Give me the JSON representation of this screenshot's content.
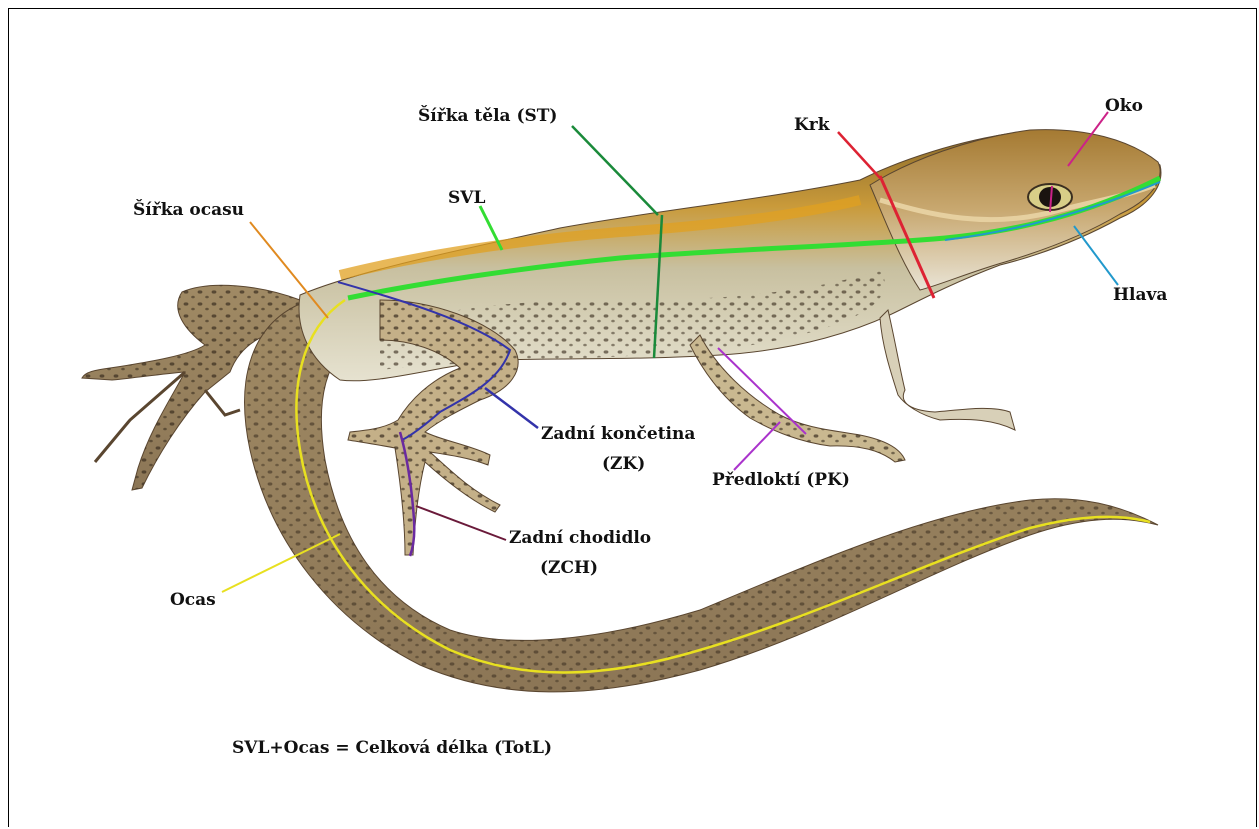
{
  "labels": {
    "sirka_tela": "Šířka těla (ST)",
    "krk": "Krk",
    "oko": "Oko",
    "sirka_ocasu": "Šířka ocasu",
    "svl": "SVL",
    "hlava": "Hlava",
    "zadni_koncetina_1": "Zadní končetina",
    "zadni_koncetina_2": "(ZK)",
    "predlokti": "Předloktí (PK)",
    "zadni_chodidlo_1": "Zadní chodidlo",
    "zadni_chodidlo_2": "(ZCH)",
    "ocas": "Ocas",
    "formula": "SVL+Ocas = Celková délka (TotL)"
  },
  "colors": {
    "svl": "#33dd33",
    "sirka_tela": "#1a8a3a",
    "krk": "#dd2233",
    "oko": "#cc2288",
    "hlava": "#2299cc",
    "sirka_ocasu": "#e08a20",
    "zadni_koncetina": "#3333aa",
    "predlokti": "#aa33cc",
    "zadni_chodidlo": "#6a1a3a",
    "ocas": "#e8e020"
  }
}
